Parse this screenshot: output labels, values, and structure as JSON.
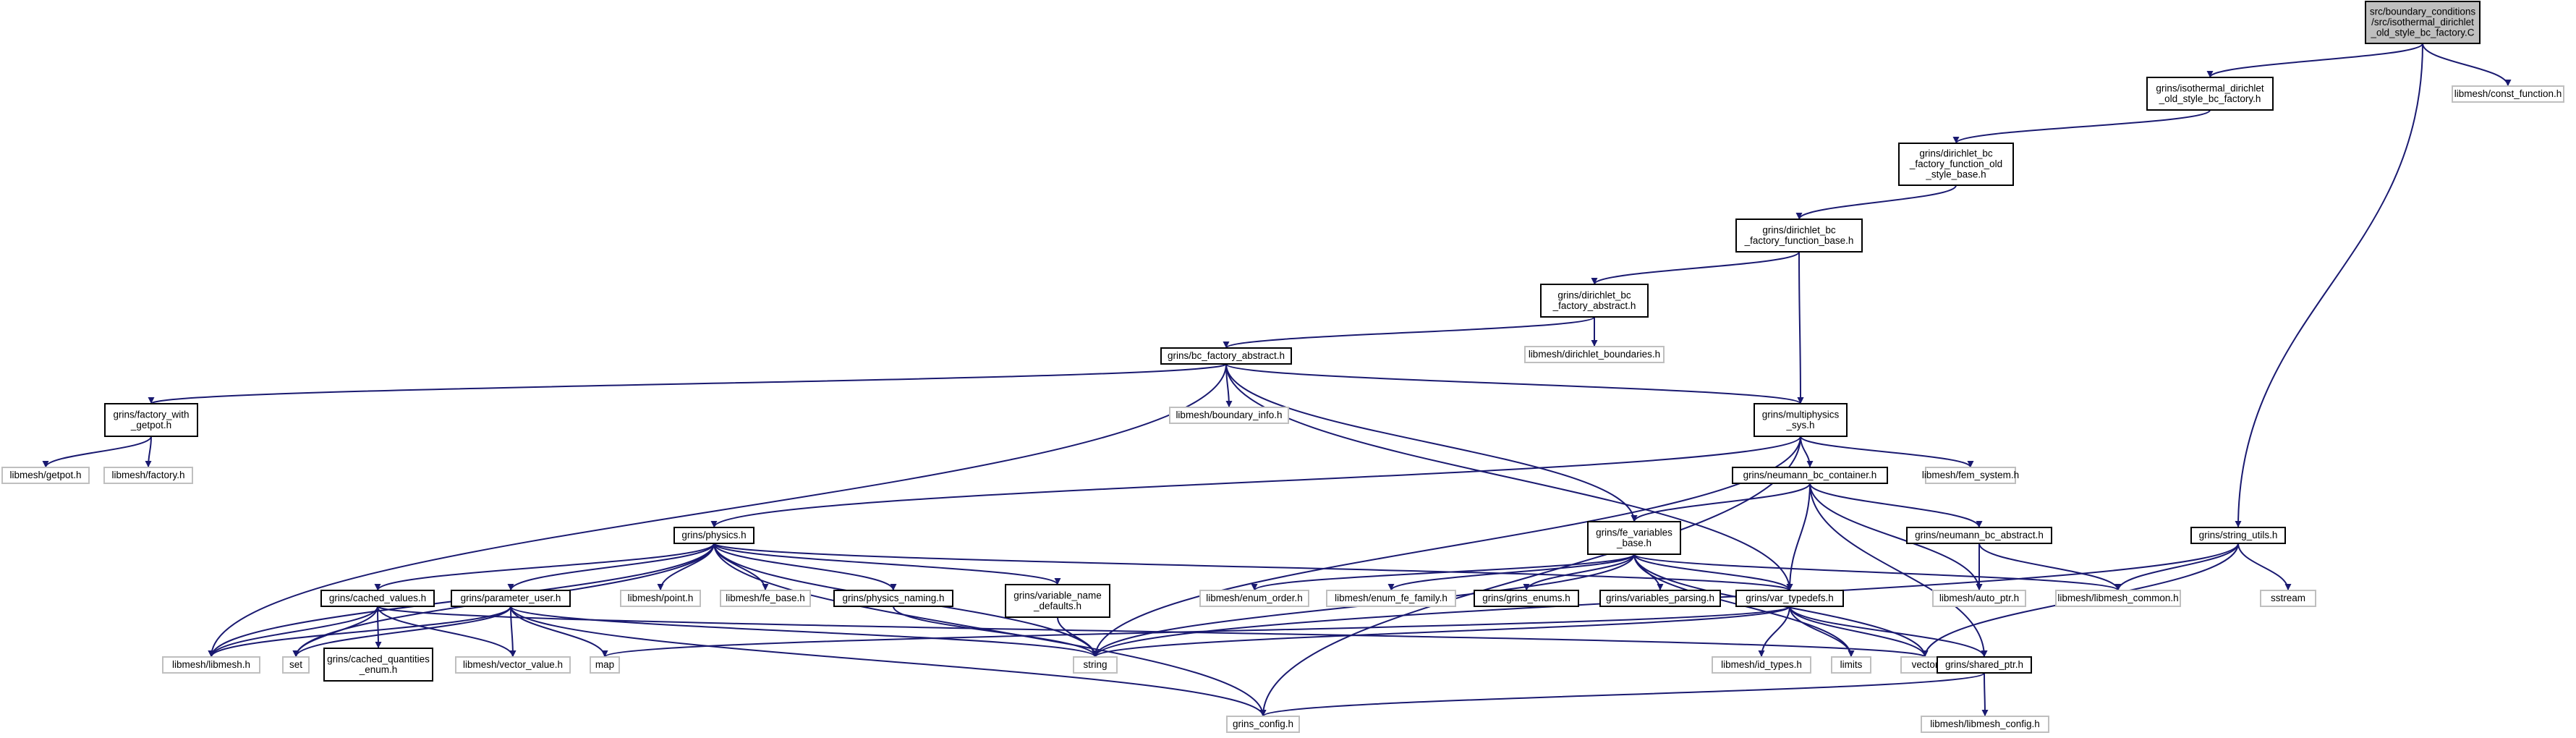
{
  "graph": {
    "colors": {
      "edge": "#191970",
      "node_border": "#000000",
      "external_border": "#bfbfbf",
      "root_fill": "#bfbfbf"
    },
    "nodes": [
      {
        "id": "root",
        "lines": [
          "src/boundary_conditions",
          "/src/isothermal_dirichlet",
          "_old_style_bc_factory.C"
        ],
        "kind": "root"
      },
      {
        "id": "iso",
        "lines": [
          "grins/isothermal_dirichlet",
          "_old_style_bc_factory.h"
        ],
        "kind": "full"
      },
      {
        "id": "constfn",
        "lines": [
          "libmesh/const_function.h"
        ],
        "kind": "ext"
      },
      {
        "id": "dold",
        "lines": [
          "grins/dirichlet_bc",
          "_factory_function_old",
          "_style_base.h"
        ],
        "kind": "full"
      },
      {
        "id": "dbase",
        "lines": [
          "grins/dirichlet_bc",
          "_factory_function_base.h"
        ],
        "kind": "full"
      },
      {
        "id": "dabs",
        "lines": [
          "grins/dirichlet_bc",
          "_factory_abstract.h"
        ],
        "kind": "full"
      },
      {
        "id": "dirbnd",
        "lines": [
          "libmesh/dirichlet_boundaries.h"
        ],
        "kind": "ext"
      },
      {
        "id": "bcabs",
        "lines": [
          "grins/bc_factory_abstract.h"
        ],
        "kind": "full"
      },
      {
        "id": "fwg",
        "lines": [
          "grins/factory_with",
          "_getpot.h"
        ],
        "kind": "full"
      },
      {
        "id": "bndinfo",
        "lines": [
          "libmesh/boundary_info.h"
        ],
        "kind": "ext"
      },
      {
        "id": "mps",
        "lines": [
          "grins/multiphysics",
          "_sys.h"
        ],
        "kind": "full"
      },
      {
        "id": "getpot",
        "lines": [
          "libmesh/getpot.h"
        ],
        "kind": "ext"
      },
      {
        "id": "factory",
        "lines": [
          "libmesh/factory.h"
        ],
        "kind": "ext"
      },
      {
        "id": "nbc",
        "lines": [
          "grins/neumann_bc_container.h"
        ],
        "kind": "full"
      },
      {
        "id": "femsys",
        "lines": [
          "libmesh/fem_system.h"
        ],
        "kind": "ext"
      },
      {
        "id": "physics",
        "lines": [
          "grins/physics.h"
        ],
        "kind": "full"
      },
      {
        "id": "fevars",
        "lines": [
          "grins/fe_variables",
          "_base.h"
        ],
        "kind": "full"
      },
      {
        "id": "nbcabs",
        "lines": [
          "grins/neumann_bc_abstract.h"
        ],
        "kind": "full"
      },
      {
        "id": "strutils",
        "lines": [
          "grins/string_utils.h"
        ],
        "kind": "full"
      },
      {
        "id": "cached",
        "lines": [
          "grins/cached_values.h"
        ],
        "kind": "full"
      },
      {
        "id": "puser",
        "lines": [
          "grins/parameter_user.h"
        ],
        "kind": "full"
      },
      {
        "id": "point",
        "lines": [
          "libmesh/point.h"
        ],
        "kind": "ext"
      },
      {
        "id": "febase",
        "lines": [
          "libmesh/fe_base.h"
        ],
        "kind": "ext"
      },
      {
        "id": "pnaming",
        "lines": [
          "grins/physics_naming.h"
        ],
        "kind": "full"
      },
      {
        "id": "vnd",
        "lines": [
          "grins/variable_name",
          "_defaults.h"
        ],
        "kind": "full"
      },
      {
        "id": "enumorder",
        "lines": [
          "libmesh/enum_order.h"
        ],
        "kind": "ext"
      },
      {
        "id": "enumfef",
        "lines": [
          "libmesh/enum_fe_family.h"
        ],
        "kind": "ext"
      },
      {
        "id": "genums",
        "lines": [
          "grins/grins_enums.h"
        ],
        "kind": "full"
      },
      {
        "id": "vparse",
        "lines": [
          "grins/variables_parsing.h"
        ],
        "kind": "full"
      },
      {
        "id": "vtypedefs",
        "lines": [
          "grins/var_typedefs.h"
        ],
        "kind": "full"
      },
      {
        "id": "autoptr",
        "lines": [
          "libmesh/auto_ptr.h"
        ],
        "kind": "ext"
      },
      {
        "id": "lcommon",
        "lines": [
          "libmesh/libmesh_common.h"
        ],
        "kind": "ext"
      },
      {
        "id": "sstream",
        "lines": [
          "sstream"
        ],
        "kind": "ext"
      },
      {
        "id": "libmesh",
        "lines": [
          "libmesh/libmesh.h"
        ],
        "kind": "ext"
      },
      {
        "id": "set",
        "lines": [
          "set"
        ],
        "kind": "ext"
      },
      {
        "id": "cqe",
        "lines": [
          "grins/cached_quantities",
          "_enum.h"
        ],
        "kind": "full"
      },
      {
        "id": "vecval",
        "lines": [
          "libmesh/vector_value.h"
        ],
        "kind": "ext"
      },
      {
        "id": "map",
        "lines": [
          "map"
        ],
        "kind": "ext"
      },
      {
        "id": "string",
        "lines": [
          "string"
        ],
        "kind": "ext"
      },
      {
        "id": "idtypes",
        "lines": [
          "libmesh/id_types.h"
        ],
        "kind": "ext"
      },
      {
        "id": "limits",
        "lines": [
          "limits"
        ],
        "kind": "ext"
      },
      {
        "id": "vector",
        "lines": [
          "vector"
        ],
        "kind": "ext"
      },
      {
        "id": "sptr",
        "lines": [
          "grins/shared_ptr.h"
        ],
        "kind": "full"
      },
      {
        "id": "gconfig",
        "lines": [
          "grins_config.h"
        ],
        "kind": "ext"
      },
      {
        "id": "lconfig",
        "lines": [
          "libmesh/libmesh_config.h"
        ],
        "kind": "ext"
      }
    ],
    "edges": [
      [
        "root",
        "iso"
      ],
      [
        "root",
        "constfn"
      ],
      [
        "root",
        "strutils"
      ],
      [
        "iso",
        "dold"
      ],
      [
        "dold",
        "dbase"
      ],
      [
        "dbase",
        "dabs"
      ],
      [
        "dbase",
        "mps"
      ],
      [
        "dabs",
        "bcabs"
      ],
      [
        "dabs",
        "dirbnd"
      ],
      [
        "bcabs",
        "fwg"
      ],
      [
        "bcabs",
        "libmesh"
      ],
      [
        "bcabs",
        "bndinfo"
      ],
      [
        "bcabs",
        "mps"
      ],
      [
        "bcabs",
        "fevars"
      ],
      [
        "bcabs",
        "vtypedefs"
      ],
      [
        "fwg",
        "getpot"
      ],
      [
        "fwg",
        "factory"
      ],
      [
        "mps",
        "physics"
      ],
      [
        "mps",
        "string"
      ],
      [
        "mps",
        "nbc"
      ],
      [
        "mps",
        "femsys"
      ],
      [
        "mps",
        "gconfig"
      ],
      [
        "nbc",
        "fevars"
      ],
      [
        "nbc",
        "nbcabs"
      ],
      [
        "nbc",
        "vtypedefs"
      ],
      [
        "nbc",
        "autoptr"
      ],
      [
        "nbc",
        "sptr"
      ],
      [
        "physics",
        "cached"
      ],
      [
        "physics",
        "puser"
      ],
      [
        "physics",
        "point"
      ],
      [
        "physics",
        "febase"
      ],
      [
        "physics",
        "pnaming"
      ],
      [
        "physics",
        "vnd"
      ],
      [
        "physics",
        "libmesh"
      ],
      [
        "physics",
        "set"
      ],
      [
        "physics",
        "string"
      ],
      [
        "physics",
        "vtypedefs"
      ],
      [
        "physics",
        "gconfig"
      ],
      [
        "fevars",
        "enumorder"
      ],
      [
        "fevars",
        "enumfef"
      ],
      [
        "fevars",
        "genums"
      ],
      [
        "fevars",
        "vparse"
      ],
      [
        "fevars",
        "vtypedefs"
      ],
      [
        "fevars",
        "lcommon"
      ],
      [
        "fevars",
        "string"
      ],
      [
        "fevars",
        "vector"
      ],
      [
        "fevars",
        "limits"
      ],
      [
        "nbcabs",
        "autoptr"
      ],
      [
        "nbcabs",
        "lcommon"
      ],
      [
        "strutils",
        "lcommon"
      ],
      [
        "strutils",
        "sstream"
      ],
      [
        "strutils",
        "string"
      ],
      [
        "strutils",
        "vector"
      ],
      [
        "cached",
        "libmesh"
      ],
      [
        "cached",
        "set"
      ],
      [
        "cached",
        "cqe"
      ],
      [
        "cached",
        "vecval"
      ],
      [
        "cached",
        "vector"
      ],
      [
        "puser",
        "libmesh"
      ],
      [
        "puser",
        "set"
      ],
      [
        "puser",
        "vecval"
      ],
      [
        "puser",
        "map"
      ],
      [
        "puser",
        "string"
      ],
      [
        "puser",
        "gconfig"
      ],
      [
        "pnaming",
        "string"
      ],
      [
        "vnd",
        "string"
      ],
      [
        "vtypedefs",
        "idtypes"
      ],
      [
        "vtypedefs",
        "limits"
      ],
      [
        "vtypedefs",
        "map"
      ],
      [
        "vtypedefs",
        "string"
      ],
      [
        "vtypedefs",
        "vector"
      ],
      [
        "vtypedefs",
        "sptr"
      ],
      [
        "sptr",
        "gconfig"
      ],
      [
        "sptr",
        "lconfig"
      ]
    ]
  }
}
